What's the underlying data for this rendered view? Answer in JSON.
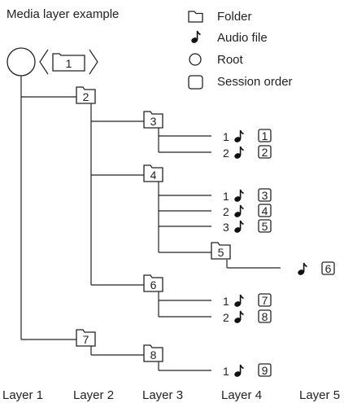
{
  "title": "Media layer example",
  "legend": [
    {
      "icon": "folder",
      "label": "Folder"
    },
    {
      "icon": "audio",
      "label": "Audio file"
    },
    {
      "icon": "root",
      "label": "Root"
    },
    {
      "icon": "session",
      "label": "Session order"
    }
  ],
  "root_session": "1",
  "folders": [
    {
      "id": "2",
      "label": "2"
    },
    {
      "id": "3",
      "label": "3"
    },
    {
      "id": "4",
      "label": "4"
    },
    {
      "id": "5",
      "label": "5"
    },
    {
      "id": "6",
      "label": "6"
    },
    {
      "id": "7",
      "label": "7"
    },
    {
      "id": "8",
      "label": "8"
    }
  ],
  "files": [
    {
      "track": "1",
      "session": "1"
    },
    {
      "track": "2",
      "session": "2"
    },
    {
      "track": "1",
      "session": "3"
    },
    {
      "track": "2",
      "session": "4"
    },
    {
      "track": "3",
      "session": "5"
    },
    {
      "track": "",
      "session": "6"
    },
    {
      "track": "1",
      "session": "7"
    },
    {
      "track": "2",
      "session": "8"
    },
    {
      "track": "1",
      "session": "9"
    }
  ],
  "layers": [
    "Layer 1",
    "Layer 2",
    "Layer 3",
    "Layer 4",
    "Layer 5"
  ]
}
